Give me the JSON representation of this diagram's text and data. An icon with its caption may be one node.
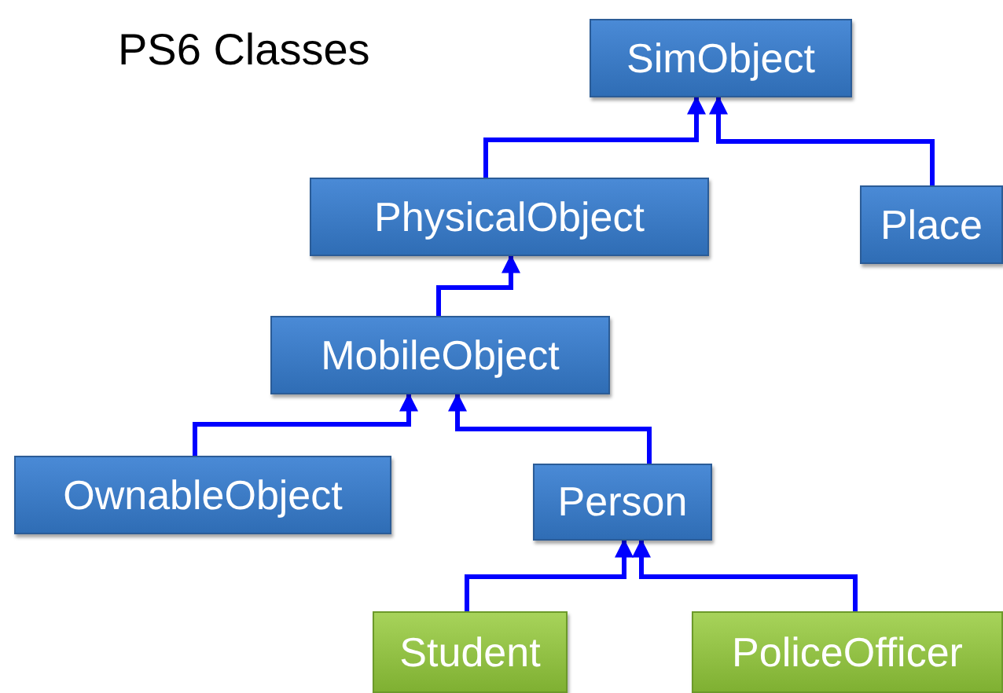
{
  "diagram": {
    "title": "PS6 Classes",
    "nodes": [
      {
        "text": [
          "SimObject"
        ]
      },
      {
        "text": [
          "PhysicalObject"
        ]
      },
      {
        "text": [
          "Place"
        ]
      },
      {
        "text": [
          "MobileObject"
        ]
      },
      {
        "text": [
          "OwnableObject"
        ]
      },
      {
        "text": [
          "Person"
        ]
      },
      {
        "text": [
          "Student"
        ]
      },
      {
        "text": [
          "PoliceOfficer"
        ]
      }
    ],
    "edges": [
      {
        "from": 1,
        "to": 0,
        "arrow": "to"
      },
      {
        "from": 2,
        "to": 0,
        "arrow": "to"
      },
      {
        "from": 3,
        "to": 1,
        "arrow": "to"
      },
      {
        "from": 4,
        "to": 3,
        "arrow": "to"
      },
      {
        "from": 5,
        "to": 3,
        "arrow": "to"
      },
      {
        "from": 6,
        "to": 5,
        "arrow": "to"
      },
      {
        "from": 7,
        "to": 5,
        "arrow": "to"
      }
    ]
  }
}
